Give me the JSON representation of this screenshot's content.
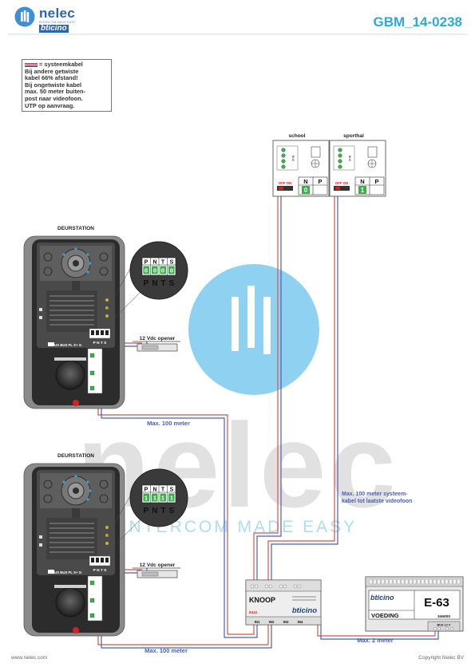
{
  "brand": {
    "name": "nelec",
    "tagline": "INTERCOM MADE EASY",
    "sub_brand": "bticino"
  },
  "document_code": "GBM_14-0238",
  "legend": {
    "title": "= systeemkabel",
    "lines": [
      "Bij andere getwiste",
      "kabel 66% afstand!",
      "Bij ongetwiste kabel",
      "max. 50 meter buiten-",
      "post naar videofoon.",
      "UTP op aanvraag."
    ]
  },
  "videophones": [
    {
      "label": "school",
      "switch_label": "OFF ON",
      "header": [
        "N",
        "P"
      ],
      "value": "0"
    },
    {
      "label": "sporthal",
      "switch_label": "OFF ON",
      "header": [
        "N",
        "P"
      ],
      "value": "1"
    }
  ],
  "door_stations": [
    {
      "label": "DEURSTATION",
      "header": [
        "P",
        "N",
        "T",
        "S"
      ],
      "values": [
        "0",
        "0",
        "0",
        "0"
      ],
      "footer": [
        "P",
        "N",
        "T",
        "S"
      ],
      "terminal_labels": "BUS BUS PL S+ S-",
      "dip_labels": "P N T S",
      "opener_label": "12 Vdc opener",
      "distance": "Max. 100 meter"
    },
    {
      "label": "DEURSTATION",
      "header": [
        "P",
        "N",
        "T",
        "S"
      ],
      "values": [
        "1",
        "1",
        "1",
        "1"
      ],
      "footer": [
        "P",
        "N",
        "T",
        "S"
      ],
      "terminal_labels": "BUS BUS PL S+ S-",
      "dip_labels": "P N T S",
      "opener_label": "12 Vdc opener",
      "distance": "Max. 100 meter"
    }
  ],
  "system_cable_note": [
    "Max. 100 meter systeem-",
    "kabel tot laatste videofoon"
  ],
  "knoop": {
    "label": "KNOOP",
    "code": "E441",
    "brand": "bticino",
    "inputs": [
      "IN1",
      "IN2",
      "IN3",
      "IN4"
    ]
  },
  "power_supply": {
    "brand": "bticino",
    "model": "E-63",
    "label": "VOEDING",
    "part_number": "346000",
    "terminals": "BUS 12 V",
    "distance": "Max. 2 meter"
  },
  "watermark": {
    "word": "nelec",
    "tagline": "INTERCOM MADE EASY"
  },
  "colors": {
    "accent": "#2fa8d8",
    "brand": "#2a66b0",
    "wire_red": "#d4554a",
    "wire_blue": "#4a5fb0",
    "dip_green": "#3ab04a",
    "on_red": "#d22222"
  },
  "footer": {
    "left": "www.nelec.com",
    "right": "Copyright Nelec BV"
  }
}
